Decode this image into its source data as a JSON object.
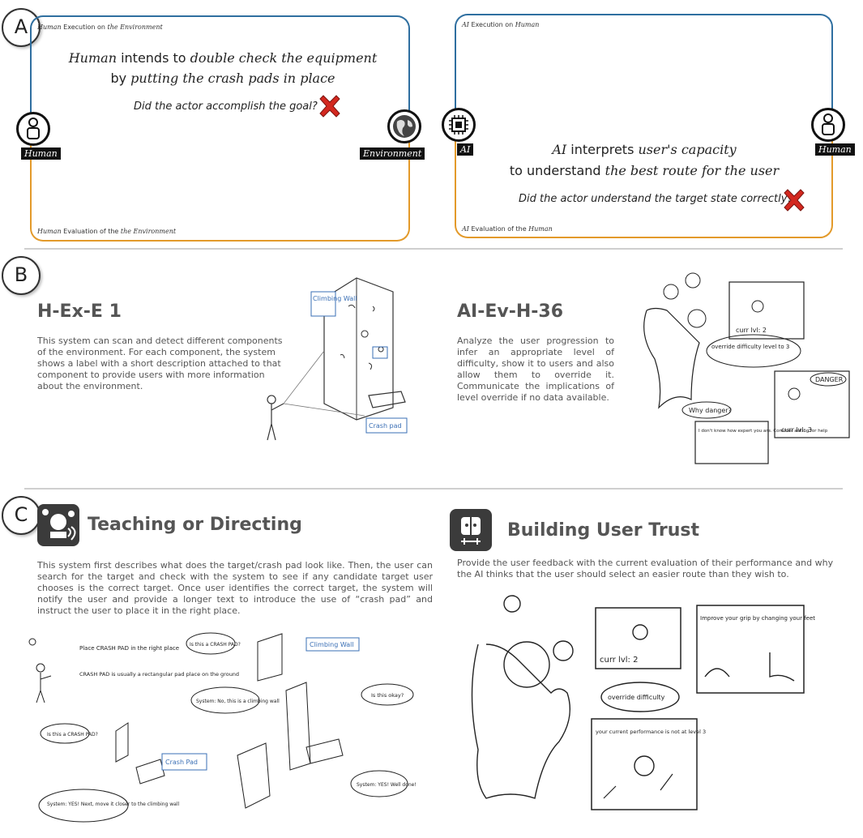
{
  "panel_labels": {
    "a": "A",
    "b": "B",
    "c": "C"
  },
  "panelA": {
    "left": {
      "top_caption": {
        "actor": "Human",
        "mid": " Execution on ",
        "target": "the Environment"
      },
      "bottom_caption": {
        "actor": "Human",
        "mid": " Evaluation of the ",
        "target": "the Environment"
      },
      "line1": {
        "actor": "Human",
        "verb": " intends to ",
        "obj": "double check the equipment"
      },
      "line2": {
        "prefix": "by ",
        "obj": "putting the crash pads in place"
      },
      "question": "Did the actor accomplish the goal?",
      "left_actor": "Human",
      "right_actor": "Environment"
    },
    "right": {
      "top_caption": {
        "actor": "AI",
        "mid": " Execution on ",
        "target": "Human"
      },
      "bottom_caption": {
        "actor": "AI",
        "mid": " Evaluation of the ",
        "target": "Human"
      },
      "line1": {
        "actor": "AI",
        "verb": " interprets ",
        "obj": "user's capacity"
      },
      "line2": {
        "prefix": "to understand ",
        "obj": "the best route for the user"
      },
      "question": "Did the actor understand the target state correctly?",
      "left_actor": "AI",
      "right_actor": "Human"
    },
    "colors": {
      "execution": "#2f6fa0",
      "evaluation": "#e39a2a",
      "cross": "#d3281f"
    }
  },
  "panelB": {
    "left": {
      "title": "H-Ex-E 1",
      "text": "This system can scan and detect different components of the environment. For each component, the system shows a label with a short description attached to that component to provide users with more information about the environment.",
      "sketch_labels": {
        "wall": "Climbing Wall",
        "pad": "Crash pad"
      }
    },
    "right": {
      "title": "AI-Ev-H-36",
      "text": "Analyze the user progression to infer an appropriate level of difficulty, show it to users and also allow them to override it. Communicate the implications of level override if no data available.",
      "sketch_labels": {
        "curr1": "curr lvl: 2",
        "override": "override difficulty level to 3",
        "danger": "DANGER",
        "curr2": "curr lvl: 3",
        "why": "Why danger?",
        "dontknow": "I don't know how expert you are. Consider asking for help"
      }
    }
  },
  "panelC": {
    "left": {
      "title": "Teaching or Directing",
      "text": "This system first describes what does the target/crash pad look like. Then, the user can search for the target and check with the system to see if any candidate target user chooses is the correct target. Once user identifies the correct target, the system will notify the user and provide a longer text to introduce the use of “crash pad” and instruct the user to place it in the right place.",
      "sketch_labels": {
        "s1a": "Place CRASH PAD in the right place",
        "s1b": "CRASH PAD is usually a rectangular pad place on the ground",
        "s2q": "Is this a CRASH PAD?",
        "s2a": "System: No, this is a climbing wall",
        "wall": "Climbing Wall",
        "s3q": "Is this a CRASH PAD?",
        "pad": "Crash Pad",
        "s3a": "System: YES! Next, move it closer to the climbing wall",
        "s5q": "Is this okay?",
        "s5a": "System: YES! Well done!"
      }
    },
    "right": {
      "title": "Building User Trust",
      "text": "Provide the user feedback with the current evaluation of their performance and why the AI thinks that the user should select an easier route than they wish to.",
      "sketch_labels": {
        "curr": "curr lvl: 2",
        "grip": "Improve your grip by changing your feet",
        "override": "override difficulty",
        "perf": "your current performance is not at level 3"
      }
    }
  }
}
